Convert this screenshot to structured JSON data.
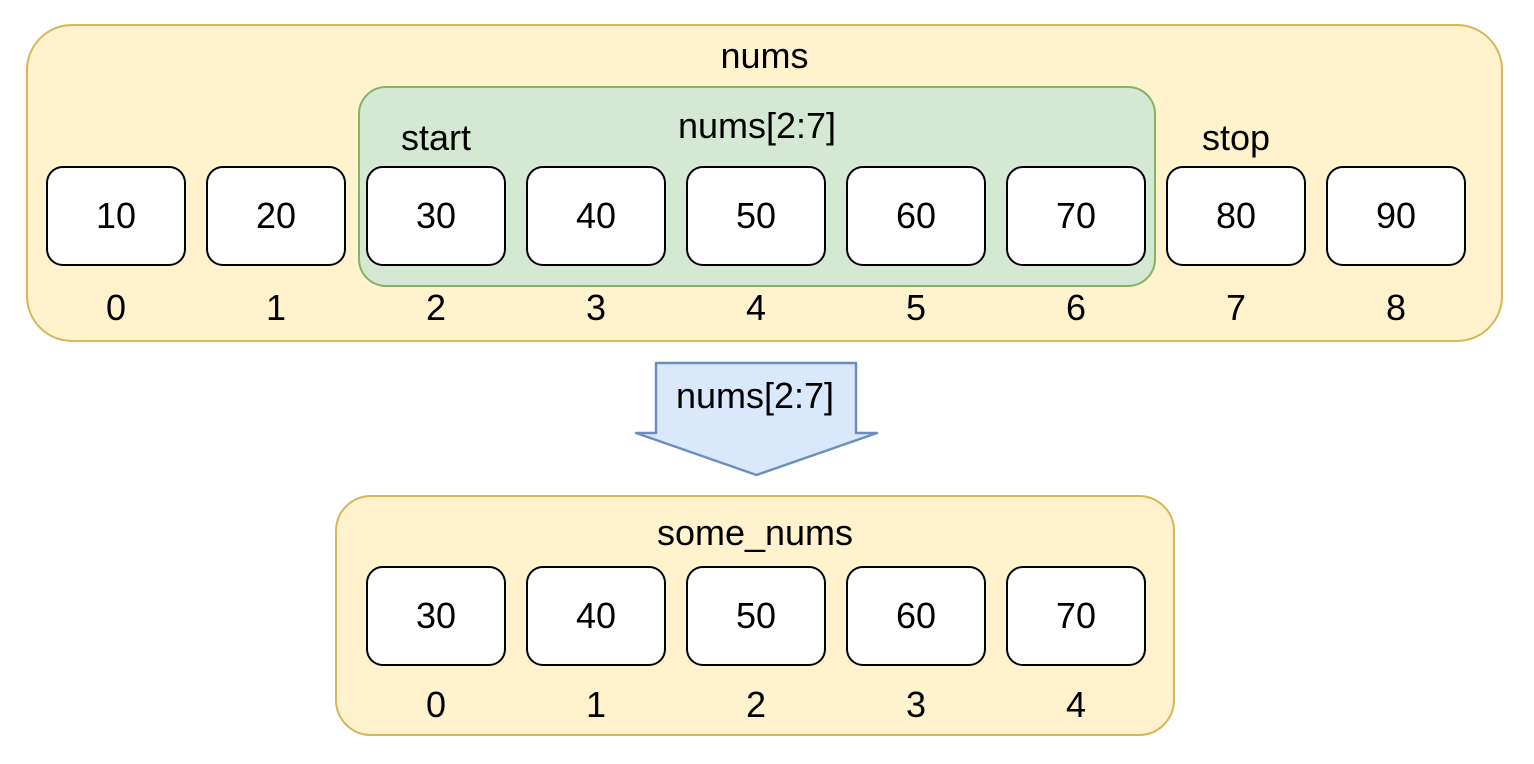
{
  "colors": {
    "container_fill": "#FFF2CC",
    "container_border": "#D6B656",
    "slice_fill": "#D5E8D4",
    "slice_border": "#82B366",
    "arrow_fill": "#DAE8FC",
    "arrow_border": "#6C8EBF",
    "cell_fill": "#FFFFFF",
    "cell_border": "#000000",
    "text": "#000000"
  },
  "nums_array": {
    "label": "nums",
    "cells": [
      {
        "value": "10",
        "index": "0"
      },
      {
        "value": "20",
        "index": "1"
      },
      {
        "value": "30",
        "index": "2"
      },
      {
        "value": "40",
        "index": "3"
      },
      {
        "value": "50",
        "index": "4"
      },
      {
        "value": "60",
        "index": "5"
      },
      {
        "value": "70",
        "index": "6"
      },
      {
        "value": "80",
        "index": "7"
      },
      {
        "value": "90",
        "index": "8"
      }
    ],
    "slice": {
      "label": "nums[2:7]",
      "start_label": "start",
      "stop_label": "stop"
    }
  },
  "arrow": {
    "label": "nums[2:7]"
  },
  "result_array": {
    "label": "some_nums",
    "cells": [
      {
        "value": "30",
        "index": "0"
      },
      {
        "value": "40",
        "index": "1"
      },
      {
        "value": "50",
        "index": "2"
      },
      {
        "value": "60",
        "index": "3"
      },
      {
        "value": "70",
        "index": "4"
      }
    ]
  }
}
